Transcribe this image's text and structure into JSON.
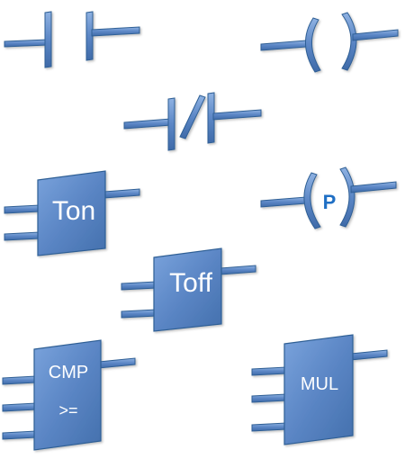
{
  "symbols": {
    "timer_on": {
      "label": "Ton"
    },
    "timer_off": {
      "label": "Toff"
    },
    "compare": {
      "label_top": "CMP",
      "label_bottom": ">="
    },
    "multiply": {
      "label": "MUL"
    },
    "pulse_coil": {
      "label": "P"
    }
  },
  "colors": {
    "block_fill": "#5b86c5",
    "block_light": "#6f98d3",
    "block_dark": "#3f6aa8",
    "outline": "#2f5f95",
    "p_letter": "#1f6fc4"
  }
}
